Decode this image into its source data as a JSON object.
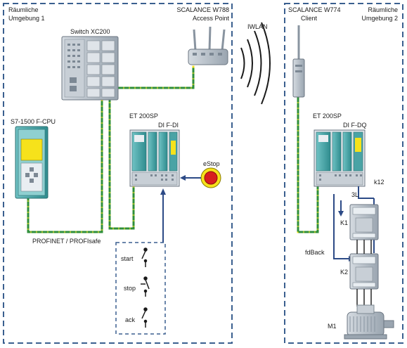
{
  "zones": {
    "left": {
      "line1": "Räumliche",
      "line2": "Umgebung 1"
    },
    "right": {
      "line1": "Räumliche",
      "line2": "Umgebung 2"
    }
  },
  "devices": {
    "access_point": {
      "line1": "SCALANCE W788",
      "line2": "Access Point"
    },
    "client": {
      "line1": "SCALANCE W774",
      "line2": "Client"
    },
    "switch": "Switch XC200",
    "cpu": "S7-1500 F-CPU",
    "et200sp_left": "ET 200SP",
    "et200sp_right": "ET 200SP",
    "di_module": "DI F-DI",
    "dq_module": "DI F-DQ",
    "estop": "eStop",
    "k1": "K1",
    "k2": "K2",
    "m1": "M1"
  },
  "labels": {
    "iwlan": "IWLAN",
    "profinet": "PROFINET / PROFIsafe",
    "start": "start",
    "stop": "stop",
    "ack": "ack",
    "fdback": "fdBack",
    "k12": "k12",
    "three_l": "3L"
  },
  "colors": {
    "zone_border": "#3a5f8f",
    "device_teal": "#4aa3a5",
    "device_gray": "#b9c1c9",
    "yellow": "#f6e21b",
    "cable_green": "#2f8f3a",
    "estop_red": "#d81e1e",
    "wire_blue": "#2c4a86"
  }
}
